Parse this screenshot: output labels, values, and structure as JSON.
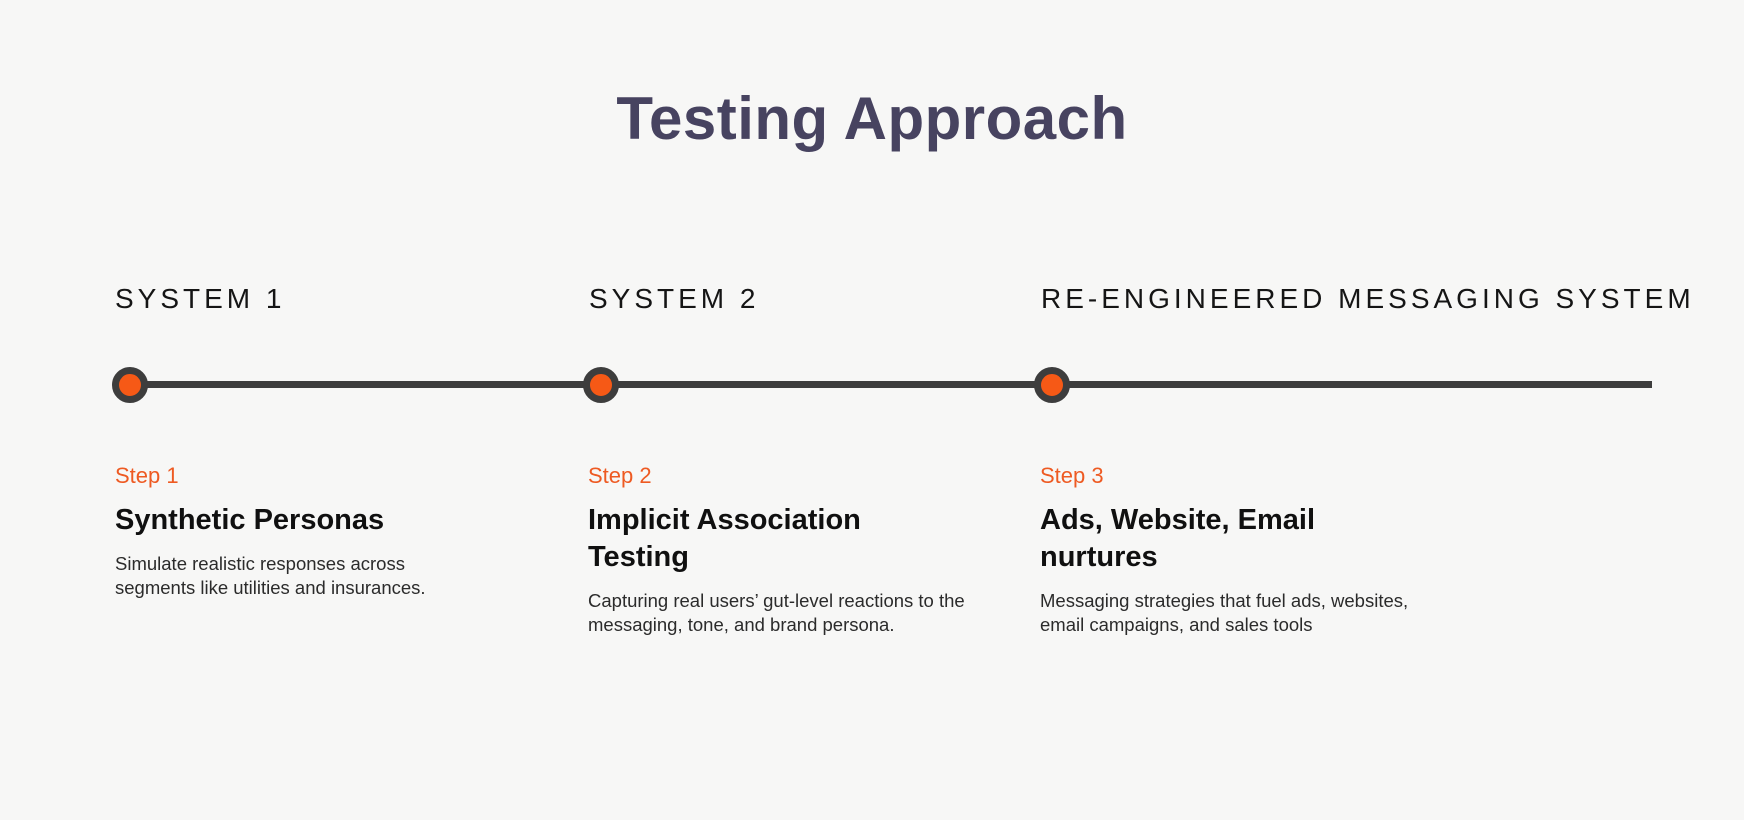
{
  "slide": {
    "title": "Testing Approach"
  },
  "timeline": {
    "steps": [
      {
        "system_label": "SYSTEM 1",
        "step_label": "Step 1",
        "heading": "Synthetic Personas",
        "description": "Simulate realistic responses across segments like utilities and insurances."
      },
      {
        "system_label": "SYSTEM 2",
        "step_label": "Step 2",
        "heading": "Implicit Association Testing",
        "description": "Capturing real users’ gut-level reactions to the messaging, tone, and brand persona."
      },
      {
        "system_label": "RE-ENGINEERED MESSAGING SYSTEM",
        "step_label": "Step 3",
        "heading": "Ads, Website, Email nurtures",
        "description": "Messaging strategies that fuel ads, websites, email campaigns, and sales tools"
      }
    ]
  },
  "colors": {
    "background": "#F7F7F6",
    "title": "#474360",
    "system_label": "#151515",
    "accent_orange": "#EE5A22",
    "dot_orange": "#F65916",
    "timeline_dark": "#3D3D3D",
    "heading_text": "#101010",
    "body_text": "#2B2B2B"
  }
}
